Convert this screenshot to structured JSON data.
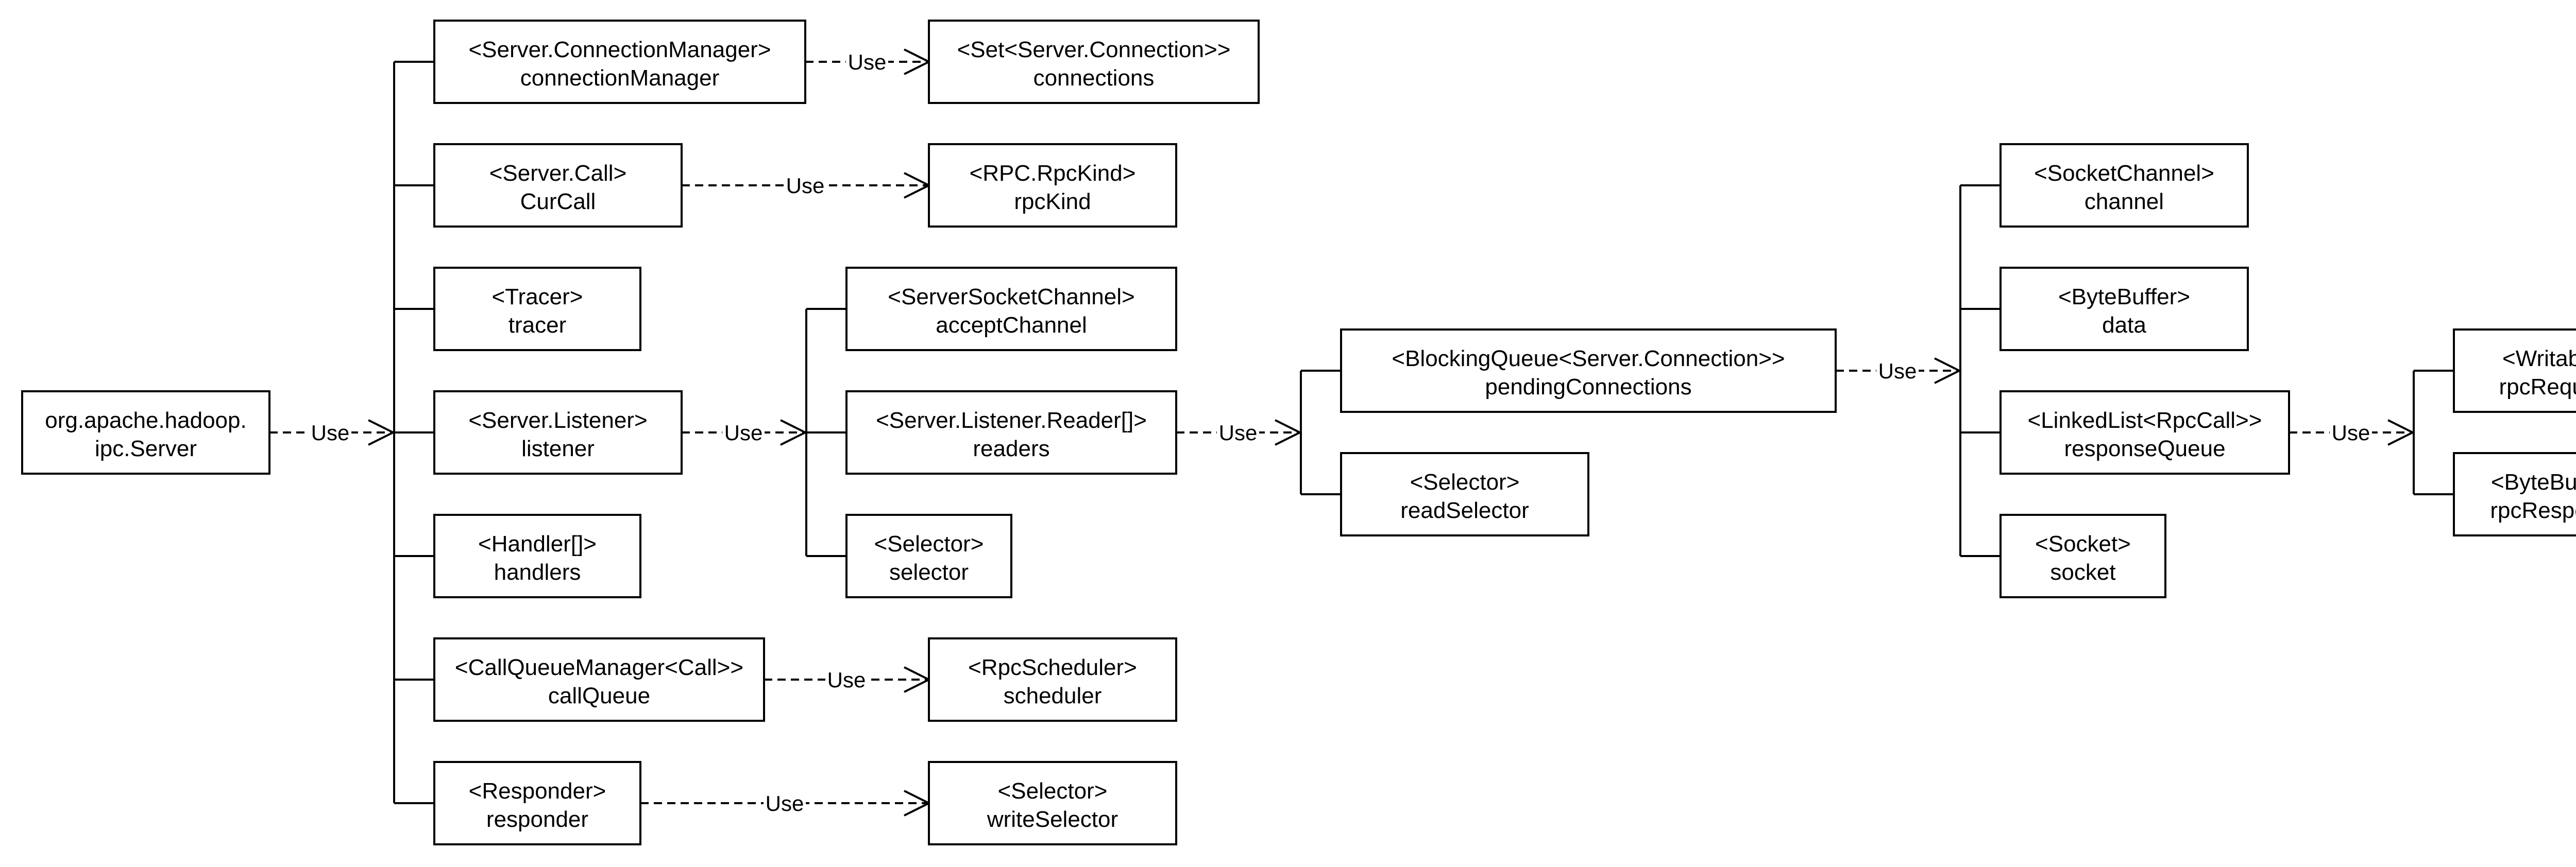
{
  "edge_label": "Use",
  "nodes": {
    "root": {
      "type": "org.apache.hadoop.",
      "name": "ipc.Server"
    },
    "connectionManager": {
      "type": "<Server.ConnectionManager>",
      "name": "connectionManager"
    },
    "connections": {
      "type": "<Set<Server.Connection>>",
      "name": "connections"
    },
    "curCall": {
      "type": "<Server.Call>",
      "name": "CurCall"
    },
    "rpcKind": {
      "type": "<RPC.RpcKind>",
      "name": "rpcKind"
    },
    "tracer": {
      "type": "<Tracer>",
      "name": "tracer"
    },
    "listener": {
      "type": "<Server.Listener>",
      "name": "listener"
    },
    "acceptChannel": {
      "type": "<ServerSocketChannel>",
      "name": "acceptChannel"
    },
    "readers": {
      "type": "<Server.Listener.Reader[]>",
      "name": "readers"
    },
    "selector": {
      "type": "<Selector>",
      "name": "selector"
    },
    "handlers": {
      "type": "<Handler[]>",
      "name": "handlers"
    },
    "callQueue": {
      "type": "<CallQueueManager<Call>>",
      "name": "callQueue"
    },
    "scheduler": {
      "type": "<RpcScheduler>",
      "name": "scheduler"
    },
    "responder": {
      "type": "<Responder>",
      "name": "responder"
    },
    "writeSelector": {
      "type": "<Selector>",
      "name": "writeSelector"
    },
    "pendingConnections": {
      "type": "<BlockingQueue<Server.Connection>>",
      "name": "pendingConnections"
    },
    "readSelector": {
      "type": "<Selector>",
      "name": "readSelector"
    },
    "channel": {
      "type": "<SocketChannel>",
      "name": "channel"
    },
    "data": {
      "type": "<ByteBuffer>",
      "name": "data"
    },
    "responseQueue": {
      "type": "<LinkedList<RpcCall>>",
      "name": "responseQueue"
    },
    "socket": {
      "type": "<Socket>",
      "name": "socket"
    },
    "rpcRequest": {
      "type": "<Writable>",
      "name": "rpcRequest"
    },
    "rpcResponse": {
      "type": "<ByteBuffer>",
      "name": "rpcResponse"
    }
  }
}
